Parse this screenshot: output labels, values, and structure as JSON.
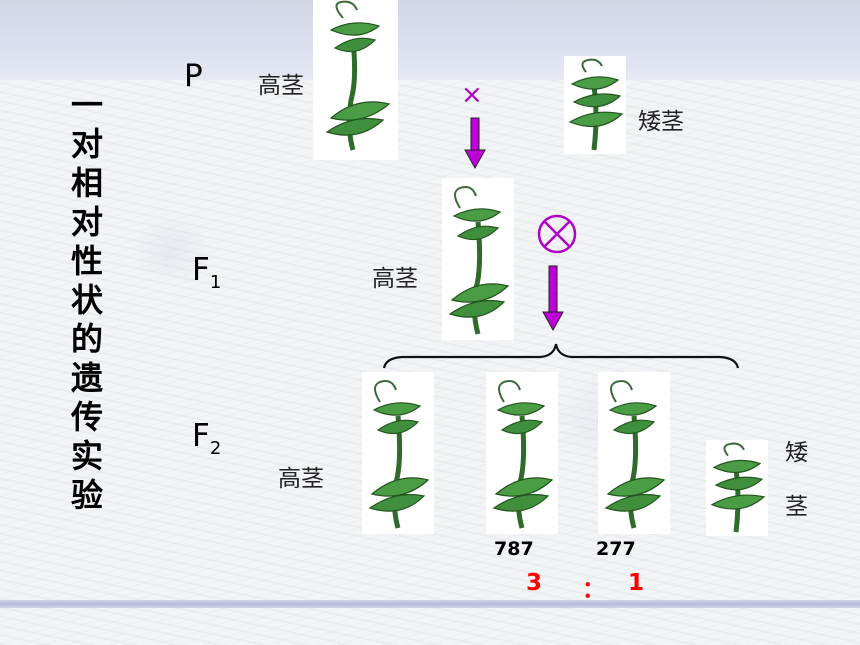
{
  "title": "一对相对性状的遗传实验",
  "generations": {
    "p": {
      "letter": "P"
    },
    "f1": {
      "letter": "F",
      "sub": "1"
    },
    "f2": {
      "letter": "F",
      "sub": "2"
    }
  },
  "labels": {
    "p_tall": "高茎",
    "p_short": "矮茎",
    "f1_tall": "高茎",
    "f2_tall": "高茎",
    "f2_short": "矮茎"
  },
  "symbols": {
    "cross": "×",
    "selfing_icon": "selfing-circle-cross-icon"
  },
  "counts": {
    "tall": "787",
    "short": "277"
  },
  "ratio": {
    "left": "3",
    "sep": "：",
    "right": "1"
  },
  "colors": {
    "arrow": "#c000d8",
    "ratio": "#ff0000",
    "leaf": "#3f8f3c",
    "stem": "#2e6b2c"
  }
}
